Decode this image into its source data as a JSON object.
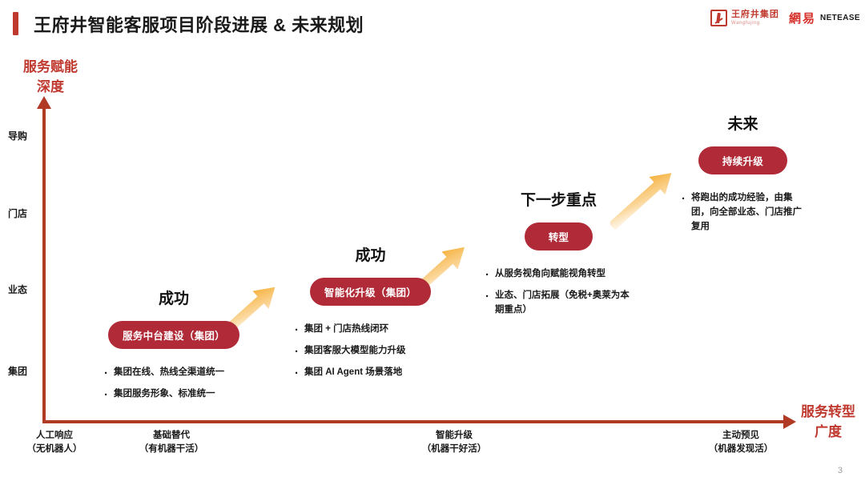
{
  "header": {
    "title": "王府井智能客服项目阶段进展 & 未来规划",
    "accent_color": "#C0392F",
    "logos": {
      "wangfujing_cn": "王府井集团",
      "wangfujing_en": "Wangfujing",
      "netease_cn": "網易",
      "netease_en": "NETEASE"
    }
  },
  "axes": {
    "y_title": "服务赋能\n深度",
    "y_title_line1": "服务赋能",
    "y_title_line2": "深度",
    "x_title_line1": "服务转型",
    "x_title_line2": "广度",
    "axis_color": "#B03A24",
    "y_ticks": [
      "导购",
      "门店",
      "业态",
      "集团"
    ],
    "x_ticks": [
      {
        "line1": "人工响应",
        "line2": "（无机器人）"
      },
      {
        "line1": "基础替代",
        "line2": "（有机器干活）"
      },
      {
        "line1": "智能升级",
        "line2": "（机器干好活）"
      },
      {
        "line1": "主动预见",
        "line2": "（机器发现活）"
      }
    ]
  },
  "stages": [
    {
      "heading": "成功",
      "pill": "服务中台建设（集团）",
      "bullets": [
        "集团在线、热线全渠道统一",
        "集团服务形象、标准统一"
      ]
    },
    {
      "heading": "成功",
      "pill": "智能化升级（集团）",
      "bullets": [
        "集团 + 门店热线闭环",
        "集团客服大模型能力升级",
        "集团 AI Agent 场景落地"
      ]
    },
    {
      "heading": "下一步重点",
      "pill": "转型",
      "bullets": [
        "从服务视角向赋能视角转型",
        "业态、门店拓展（免税+奥莱为本期重点）"
      ]
    },
    {
      "heading": "未来",
      "pill": "持续升级",
      "bullets": [
        "将跑出的成功经验，由集团，向全部业态、门店推广复用"
      ]
    }
  ],
  "arrow_color_start": "#FDF0D5",
  "arrow_color_end": "#F5A623",
  "pill_color": "#B02A37",
  "page_number": "3"
}
